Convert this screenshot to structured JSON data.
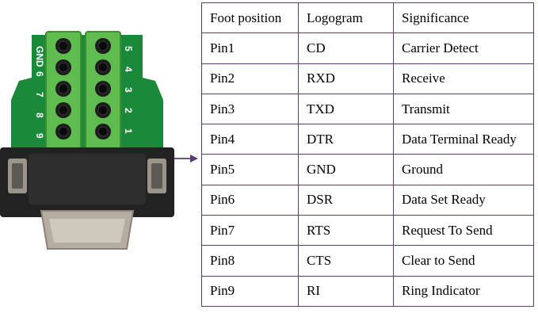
{
  "connector": {
    "top_labels": [
      "GND",
      "6",
      "7",
      "8",
      "9"
    ],
    "right_labels": [
      "5",
      "4",
      "3",
      "2",
      "1"
    ],
    "colors": {
      "pcb": "#1a8a3a",
      "terminal": "#5fbd4f",
      "terminal_dark": "#3d8f33",
      "shell": "#222222",
      "metal": "#b5ada2"
    }
  },
  "arrow": {
    "icon": "right-arrow-icon",
    "color": "#5a3e6e"
  },
  "table": {
    "border_color": "#5a3e6e",
    "headers": [
      "Foot position",
      "Logogram",
      "Significance"
    ],
    "rows": [
      [
        "Pin1",
        "CD",
        "Carrier Detect"
      ],
      [
        "Pin2",
        "RXD",
        "Receive"
      ],
      [
        "Pin3",
        "TXD",
        "Transmit"
      ],
      [
        "Pin4",
        "DTR",
        "Data Terminal Ready"
      ],
      [
        "Pin5",
        "GND",
        "Ground"
      ],
      [
        "Pin6",
        "DSR",
        "Data Set Ready"
      ],
      [
        "Pin7",
        "RTS",
        "Request To Send"
      ],
      [
        "Pin8",
        "CTS",
        "Clear to Send"
      ],
      [
        "Pin9",
        "RI",
        "Ring Indicator"
      ]
    ]
  }
}
